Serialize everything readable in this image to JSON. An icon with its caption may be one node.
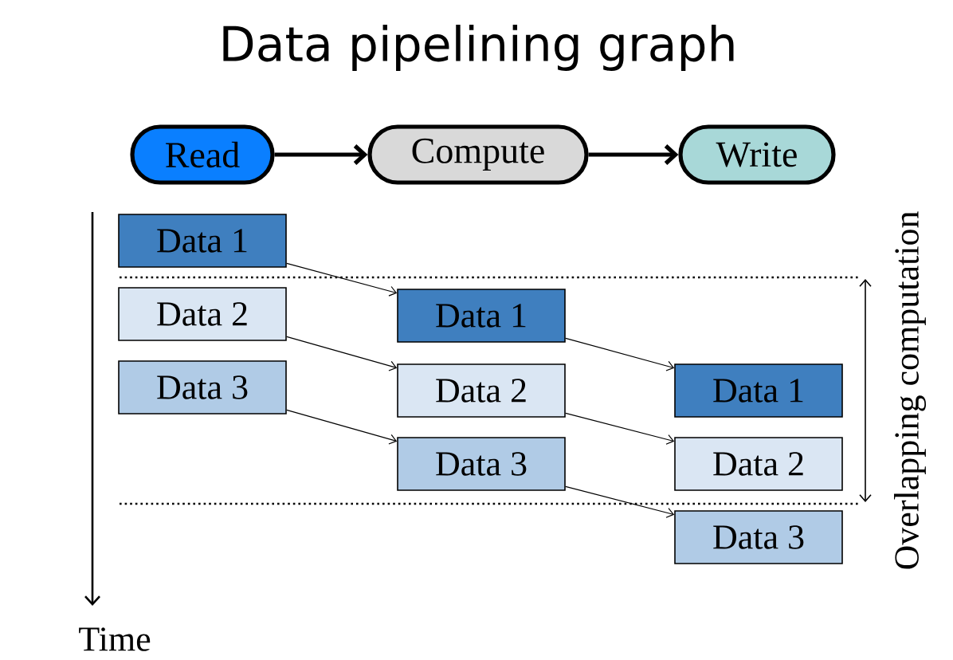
{
  "diagram": {
    "title": "Data pipelining graph",
    "nodes": [
      {
        "text": [
          "Read"
        ]
      },
      {
        "text": [
          "Compute"
        ]
      },
      {
        "text": [
          "Write"
        ]
      },
      {
        "text": [
          "Data 1"
        ]
      },
      {
        "text": [
          "Data 2"
        ]
      },
      {
        "text": [
          "Data 3"
        ]
      },
      {
        "text": [
          "Data 1"
        ]
      },
      {
        "text": [
          "Data 2"
        ]
      },
      {
        "text": [
          "Data 3"
        ]
      },
      {
        "text": [
          "Data 1"
        ]
      },
      {
        "text": [
          "Data 2"
        ]
      },
      {
        "text": [
          "Data 3"
        ]
      }
    ],
    "edges": [
      {
        "from": 0,
        "to": 1,
        "arrow": "to",
        "style": "thick"
      },
      {
        "from": 1,
        "to": 2,
        "arrow": "to",
        "style": "thick"
      },
      {
        "from": 3,
        "to": 6,
        "arrow": "to"
      },
      {
        "from": 4,
        "to": 7,
        "arrow": "to"
      },
      {
        "from": 5,
        "to": 8,
        "arrow": "to"
      },
      {
        "from": 6,
        "to": 9,
        "arrow": "to"
      },
      {
        "from": 7,
        "to": 10,
        "arrow": "to"
      },
      {
        "from": 8,
        "to": 11,
        "arrow": "to"
      }
    ],
    "labels": [
      "Time",
      "Overlapping computation"
    ]
  }
}
